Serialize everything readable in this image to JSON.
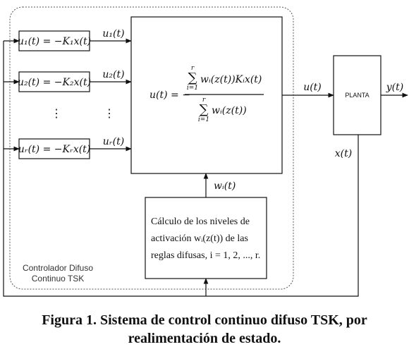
{
  "controller": {
    "rule1": "u₁(t) = −K₁x(t)",
    "rule2": "u₂(t) = −K₂x(t)",
    "ruler": "uᵣ(t) = −Kᵣx(t)",
    "out1": "u₁(t)",
    "out2": "u₂(t)",
    "outr": "uᵣ(t)",
    "dots": "⋮",
    "label_line1": "Controlador Difuso",
    "label_line2": "Continuo TSK"
  },
  "aggregator": {
    "lhs": "u(t) = −",
    "numerator": "wᵢ(z(t))Kᵢx(t)",
    "denominator": "wᵢ(z(t))",
    "sum_symbol": "∑",
    "sum_upper": "r",
    "sum_lower": "i=1"
  },
  "weights_block": {
    "line1": "Cálculo de los niveles de",
    "line2": "activación wᵢ(z(t)) de las",
    "line3": "reglas difusas, i = 1, 2, ..., r.",
    "signal": "wᵢ(t)"
  },
  "plant": {
    "label": "PLANTA",
    "input": "u(t)",
    "output": "y(t)",
    "state": "x(t)"
  },
  "caption": {
    "line1": "Figura 1. Sistema de control continuo difuso TSK, por",
    "line2": "realimentación de estado."
  }
}
